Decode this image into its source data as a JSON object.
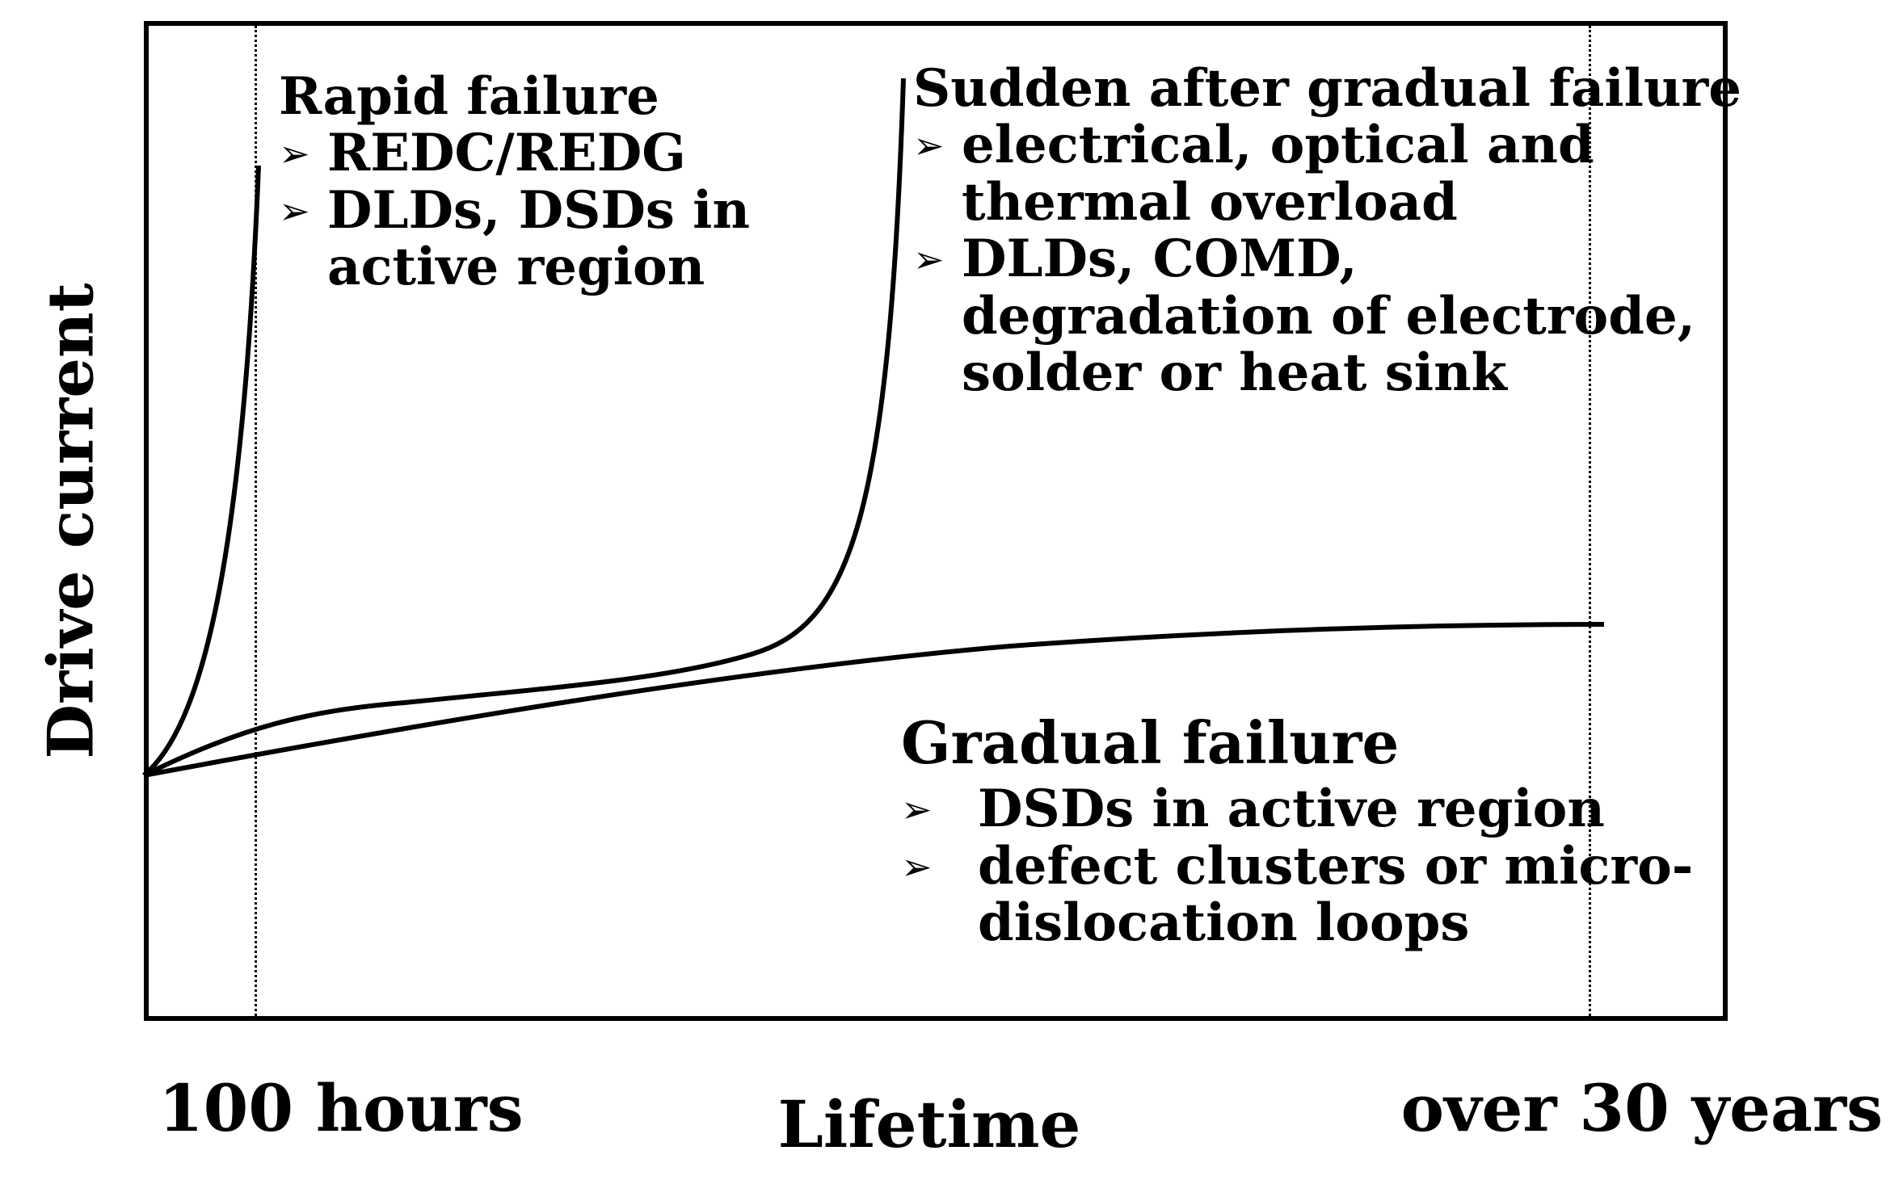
{
  "axes": {
    "y_label": "Drive current",
    "x_label": "Lifetime",
    "x_start_label": "100 hours",
    "x_end_label": "over 30 years"
  },
  "regions": {
    "rapid": {
      "title": "Rapid failure",
      "items": [
        "REDC/REDG",
        "DLDs, DSDs in\nactive region"
      ]
    },
    "sudden": {
      "title": "Sudden after gradual failure",
      "items": [
        "electrical, optical and\nthermal overload",
        "DLDs, COMD,\ndegradation of electrode,\nsolder or heat sink"
      ]
    },
    "gradual": {
      "title": "Gradual failure",
      "items": [
        "DSDs in active region",
        "defect clusters or micro-\ndislocation loops"
      ]
    }
  },
  "bullet_glyph": "➢",
  "curves": [
    {
      "name": "rapid-failure-curve"
    },
    {
      "name": "sudden-after-gradual-curve"
    },
    {
      "name": "gradual-failure-curve"
    }
  ],
  "colors": {
    "line": "#000000",
    "background": "#ffffff"
  }
}
